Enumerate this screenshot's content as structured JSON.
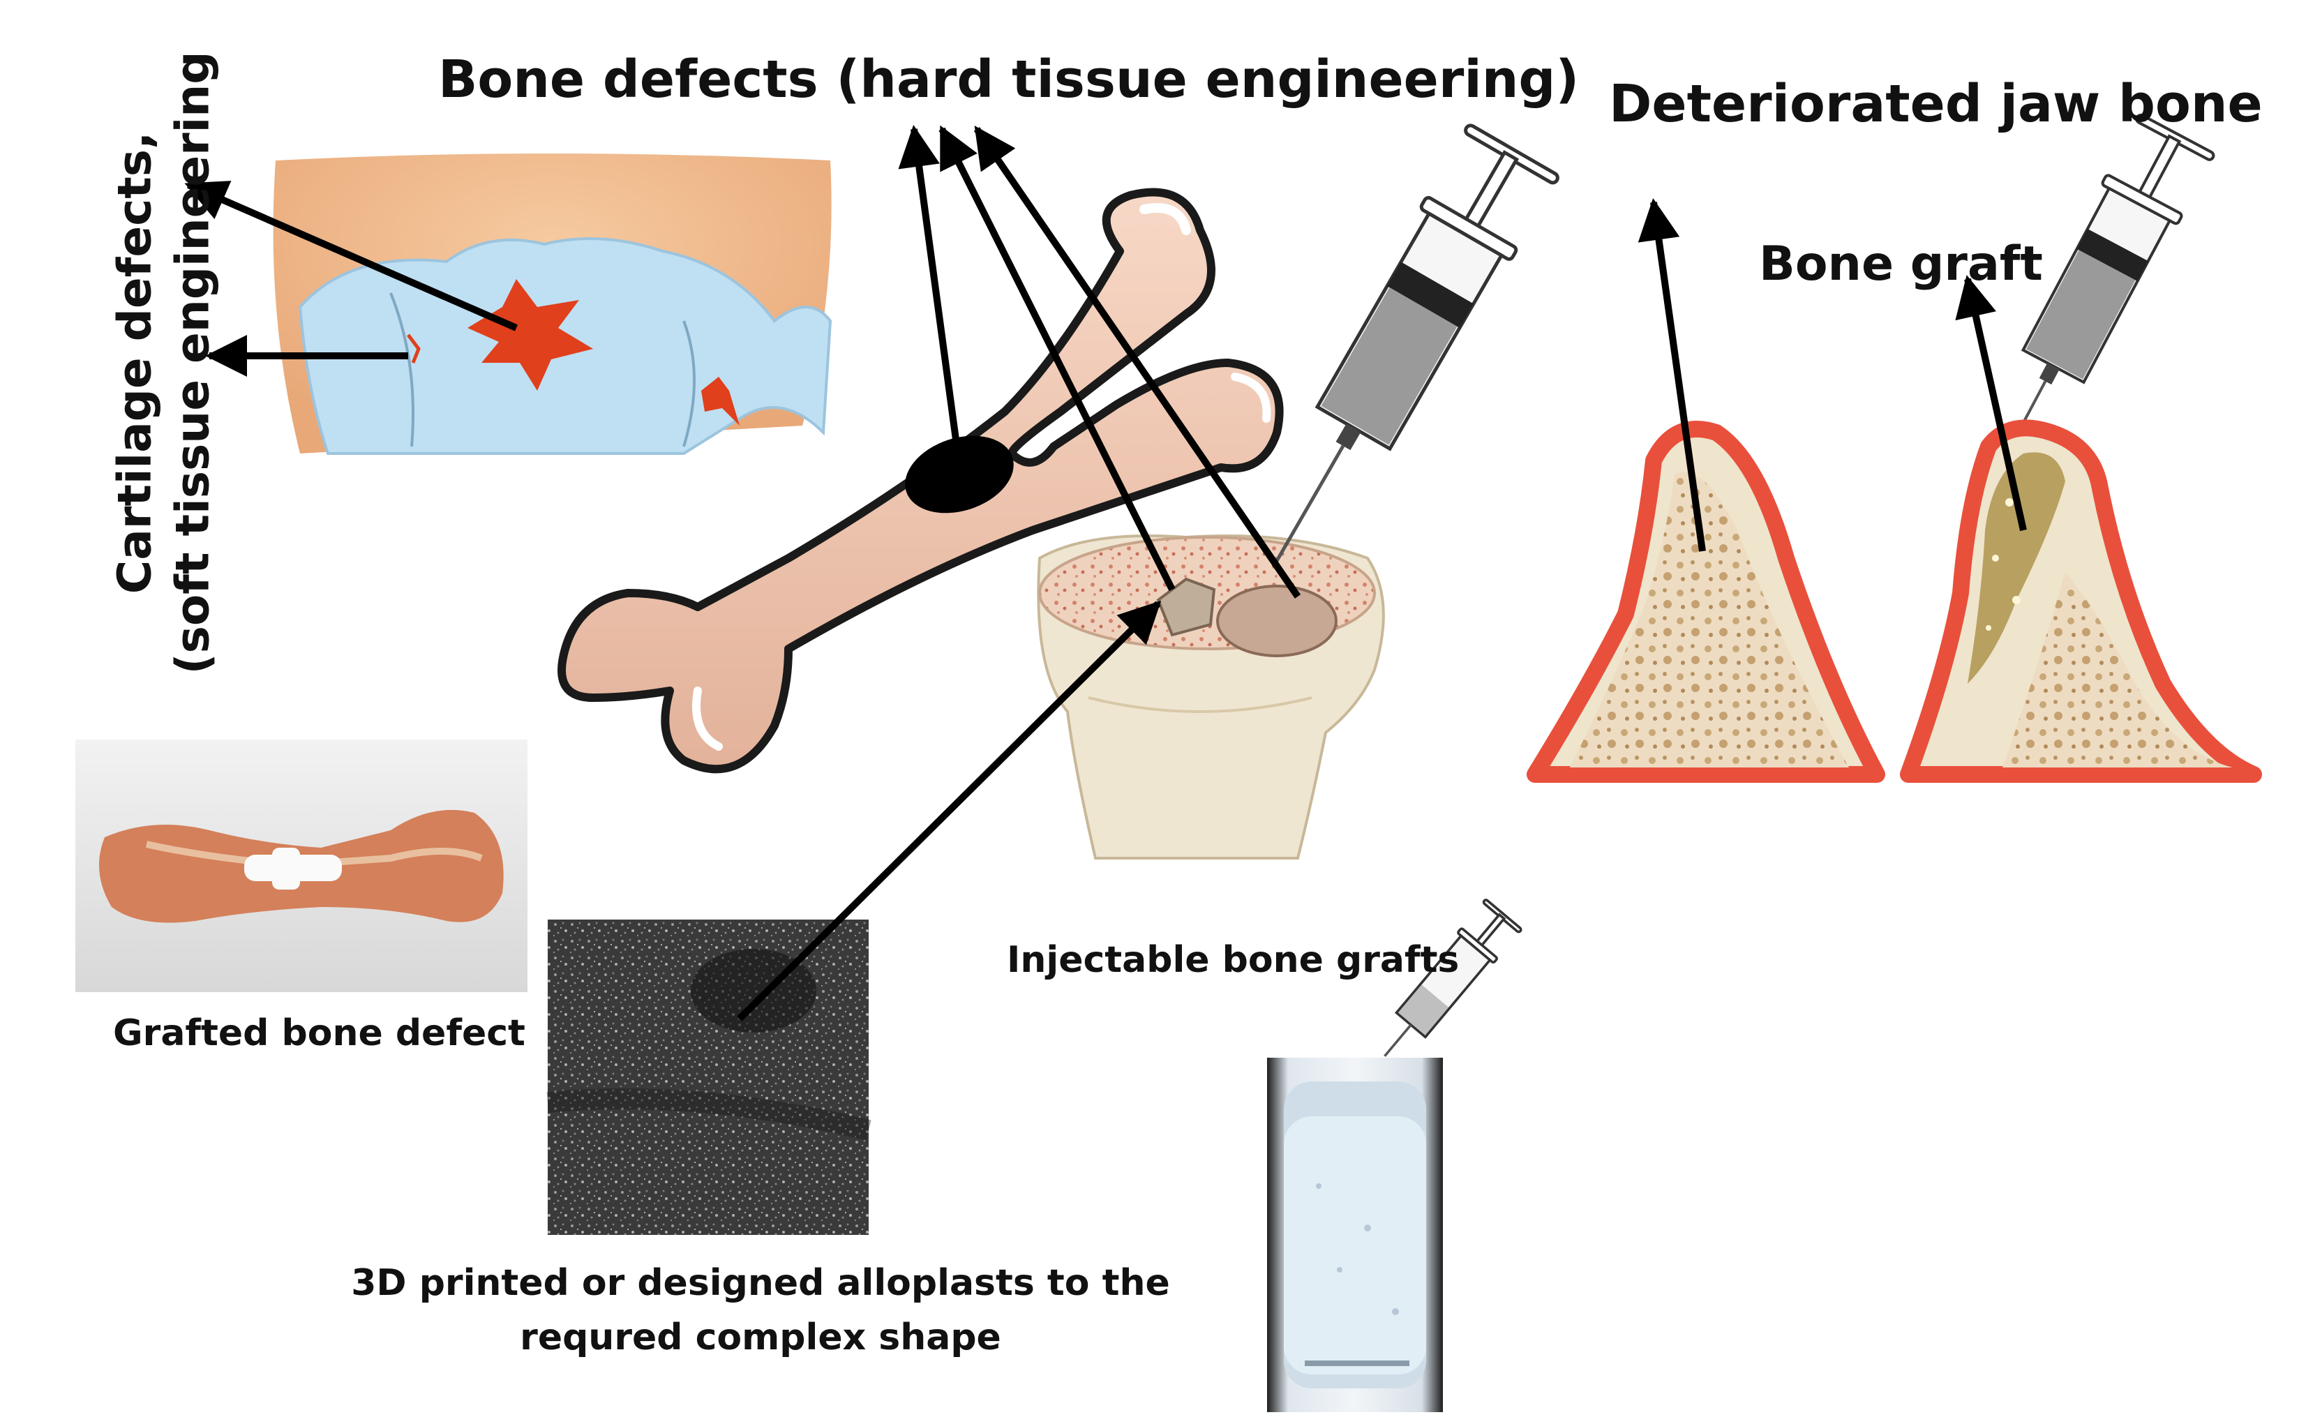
{
  "labels": {
    "bone_defects": "Bone defects (hard tissue engineering)",
    "cartilage_line1": "Cartilage defects,",
    "cartilage_line2": "(soft tissue engineering",
    "jaw_bone": "Deteriorated jaw bone",
    "bone_graft": "Bone graft",
    "injectable": "Injectable bone grafts",
    "grafted_defect": "Grafted bone defect",
    "printed_line1": "3D printed or designed alloplasts to the",
    "printed_line2": "requred complex shape"
  },
  "colors": {
    "bone": "#f0c8b4",
    "bone_outline": "#1a1a1a",
    "cartilage": "#bcdcf0",
    "defect_red": "#e0401c",
    "gum_red": "#e8503c",
    "jaw_bone": "#efe4cc",
    "arrow": "#000000"
  }
}
